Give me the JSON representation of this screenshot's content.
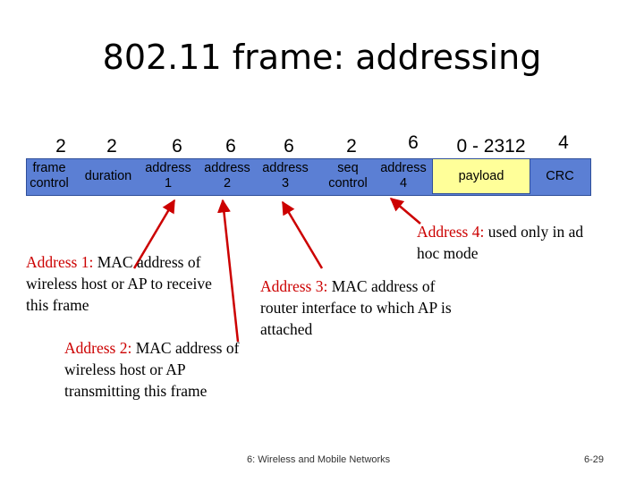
{
  "title": "802.11 frame: addressing",
  "fields": [
    {
      "size": "2",
      "label": "frame\ncontrol"
    },
    {
      "size": "2",
      "label": "duration"
    },
    {
      "size": "6",
      "label": "address\n1"
    },
    {
      "size": "6",
      "label": "address\n2"
    },
    {
      "size": "6",
      "label": "address\n3"
    },
    {
      "size": "2",
      "label": "seq\ncontrol"
    },
    {
      "size": "6",
      "label": "address\n4"
    },
    {
      "size": "0 - 2312",
      "label": "payload"
    },
    {
      "size": "4",
      "label": "CRC"
    }
  ],
  "notes": {
    "addr1": {
      "head": "Address 1:",
      "body": " MAC address of wireless host or AP to receive this frame"
    },
    "addr2": {
      "head": "Address 2:",
      "body": " MAC address of wireless host or AP transmitting this frame"
    },
    "addr3": {
      "head": "Address 3:",
      "body": " MAC address of router interface to which AP is attached"
    },
    "addr4": {
      "head": "Address 4:",
      "body": " used only in ad hoc mode"
    }
  },
  "footer": {
    "center": "6: Wireless and Mobile Networks",
    "right": "6-29"
  },
  "colors": {
    "frame": "#5b7fd4",
    "payload": "#ffff99",
    "highlight": "#cc0000",
    "arrow": "#cc0000"
  }
}
